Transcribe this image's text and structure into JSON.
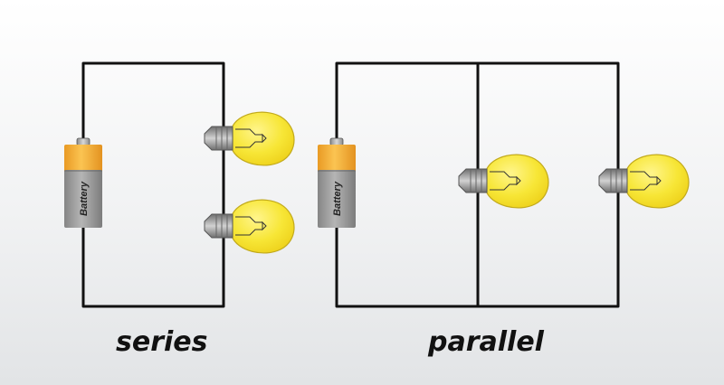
{
  "diagram": {
    "captions": {
      "series": "series",
      "parallel": "parallel"
    },
    "components": {
      "battery_label": "Battery"
    }
  },
  "colors": {
    "wire": "#111111",
    "battery_top": "#f4b03a",
    "battery_body": "#9c9c9c",
    "bulb_glass": "#f6e84a",
    "bulb_outline": "#c9b21e",
    "bulb_base": "#8d8d8d"
  },
  "icons": [
    "battery-icon",
    "light-bulb-icon"
  ]
}
